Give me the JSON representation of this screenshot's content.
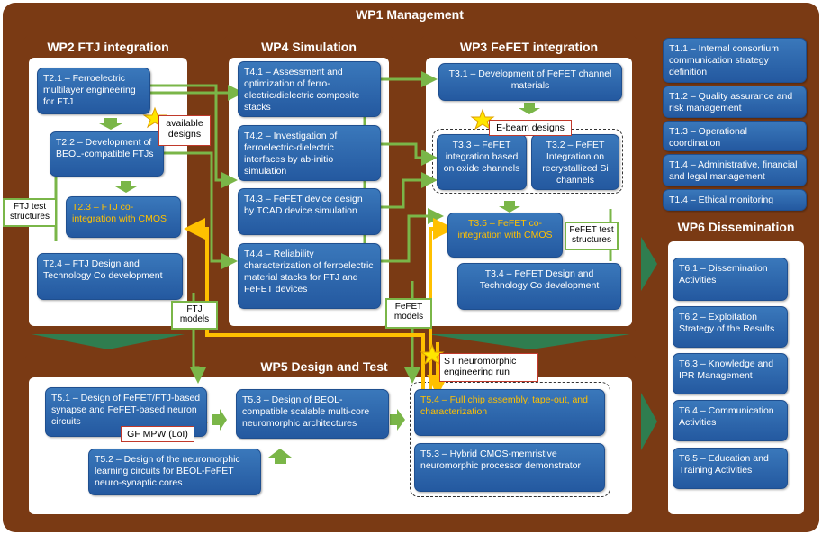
{
  "wp1": {
    "title": "WP1 Management"
  },
  "wp2": {
    "title": "WP2 FTJ integration",
    "t21": "T2.1 – Ferroelectric multilayer engineering for FTJ",
    "t22": "T2.2 – Development of BEOL-compatible FTJs",
    "t23": "T2.3 – FTJ co-integration with CMOS",
    "t24": "T2.4 – FTJ Design and Technology Co development"
  },
  "wp4": {
    "title": "WP4 Simulation",
    "t41": "T4.1 – Assessment and optimization of ferro-electric/dielectric composite stacks",
    "t42": "T4.2 – Investigation of ferroelectric-dielectric interfaces by ab-initio simulation",
    "t43": "T4.3 – FeFET device design by TCAD device simulation",
    "t44": "T4.4 – Reliability characterization of ferroelectric material stacks for FTJ and FeFET devices"
  },
  "wp3": {
    "title": "WP3 FeFET integration",
    "t31": "T3.1 – Development of FeFET channel materials",
    "t33": "T3.3 – FeFET integration based on oxide channels",
    "t32": "T3.2 – FeFET Integration on recrystallized Si channels",
    "t35": "T3.5 – FeFET co-integration with CMOS",
    "t34": "T3.4 – FeFET Design and Technology Co development"
  },
  "wp1_tasks": [
    "T1.1 – Internal consortium communication strategy definition",
    "T1.2 – Quality assurance and risk management",
    "T1.3 – Operational coordination",
    "T1.4 – Administrative, financial and legal management",
    "T1.4 – Ethical monitoring"
  ],
  "wp6": {
    "title": "WP6 Dissemination",
    "tasks": [
      "T6.1 – Dissemination Activities",
      "T6.2 – Exploitation Strategy of the Results",
      "T6.3 – Knowledge and IPR Management",
      "T6.4 – Communication Activities",
      "T6.5 – Education and Training Activities"
    ]
  },
  "wp5": {
    "title": "WP5 Design and Test",
    "t51": "T5.1 – Design of FeFET/FTJ-based synapse and FeFET-based neuron circuits",
    "t53a": "T5.3 – Design of BEOL-compatible scalable multi-core neuromorphic architectures",
    "t52": "T5.2 – Design of the neuromorphic learning circuits for BEOL-FeFET neuro-synaptic cores",
    "t54": "T5.4 – Full chip assembly, tape-out, and characterization",
    "t53b": "T5.3 – Hybrid CMOS-memristive neuromorphic processor demonstrator"
  },
  "labels": {
    "available_designs": "available designs",
    "ebeam_designs": "E-beam designs",
    "ftj_test_structures": "FTJ test structures",
    "fefet_test_structures": "FeFET test structures",
    "ftj_models": "FTJ models",
    "fefet_models": "FeFET models",
    "st_run": "ST neuromorphic engineering run",
    "gf_mpw": "GF MPW (LoI)"
  },
  "colors": {
    "frame": "#7a3a14",
    "task_blue": "#2e6aae",
    "arrow_green": "#7ab648",
    "arrow_gold": "#ffc000",
    "star": "#ffe600"
  }
}
